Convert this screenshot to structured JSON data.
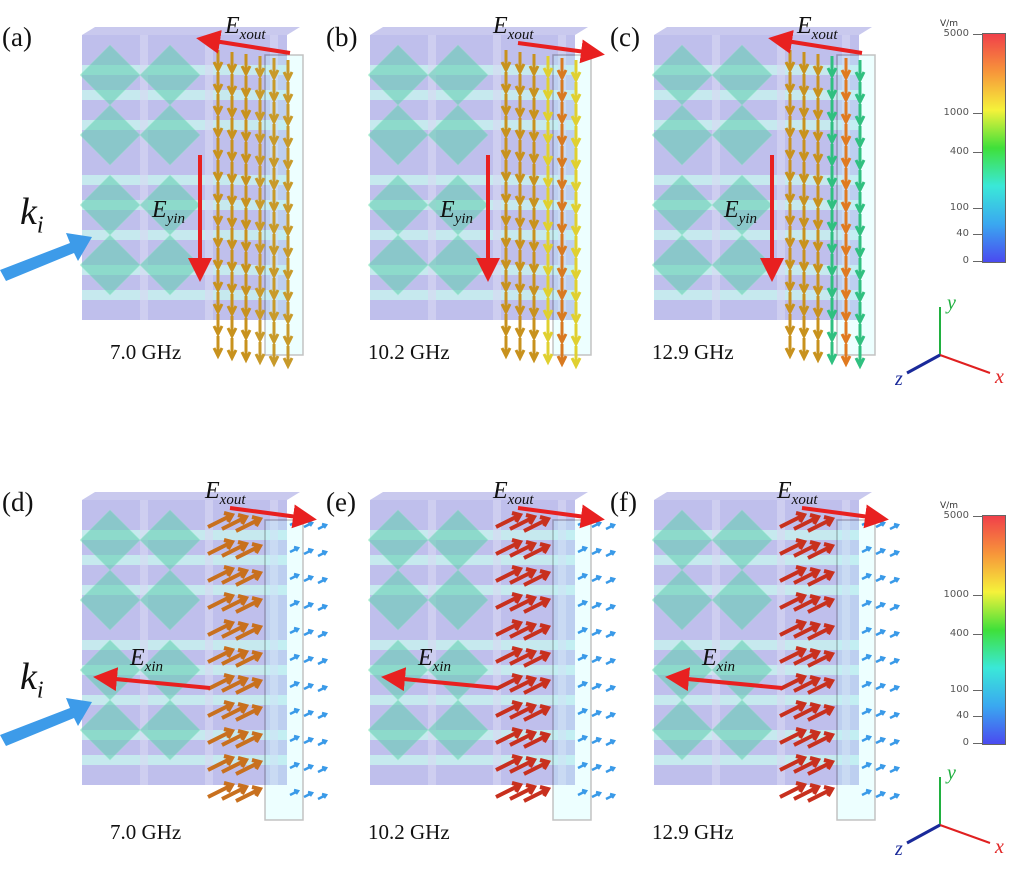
{
  "incident_wave": {
    "symbol": "k",
    "subscript": "i",
    "color": "#3d9be9"
  },
  "panels": [
    {
      "label": "(a)",
      "freq": "7.0 GHz",
      "out": {
        "symbol": "E",
        "sub": "xout",
        "dir": "left"
      },
      "in": {
        "symbol": "E",
        "sub": "yin",
        "dir": "down"
      },
      "field": "y-polarized"
    },
    {
      "label": "(b)",
      "freq": "10.2 GHz",
      "out": {
        "symbol": "E",
        "sub": "xout",
        "dir": "right"
      },
      "in": {
        "symbol": "E",
        "sub": "yin",
        "dir": "down"
      },
      "field": "y-polarized"
    },
    {
      "label": "(c)",
      "freq": "12.9 GHz",
      "out": {
        "symbol": "E",
        "sub": "xout",
        "dir": "left"
      },
      "in": {
        "symbol": "E",
        "sub": "yin",
        "dir": "down"
      },
      "field": "y-polarized"
    },
    {
      "label": "(d)",
      "freq": "7.0 GHz",
      "out": {
        "symbol": "E",
        "sub": "xout",
        "dir": "right"
      },
      "in": {
        "symbol": "E",
        "sub": "xin",
        "dir": "left"
      },
      "field": "x-polarized"
    },
    {
      "label": "(e)",
      "freq": "10.2 GHz",
      "out": {
        "symbol": "E",
        "sub": "xout",
        "dir": "right"
      },
      "in": {
        "symbol": "E",
        "sub": "xin",
        "dir": "left"
      },
      "field": "x-polarized"
    },
    {
      "label": "(f)",
      "freq": "12.9 GHz",
      "out": {
        "symbol": "E",
        "sub": "xout",
        "dir": "right"
      },
      "in": {
        "symbol": "E",
        "sub": "xin",
        "dir": "left"
      },
      "field": "x-polarized"
    }
  ],
  "colorbar": {
    "unit": "V/m",
    "ticks": [
      "5000",
      "1000",
      "400",
      "100",
      "40",
      "0"
    ],
    "colors": [
      "#f0404a",
      "#f7963a",
      "#f5f23a",
      "#3fe03a",
      "#3ae8d8",
      "#3aa8f0",
      "#4a4af0"
    ]
  },
  "axes": {
    "x": "x",
    "y": "y",
    "z": "z",
    "x_color": "#e02020",
    "y_color": "#20b040",
    "z_color": "#1a2a9a"
  },
  "colors": {
    "field_arrow": "#e82020",
    "slab": "#a9a9e6",
    "slab_stripe": "#c8f4ef",
    "unit_cell": "#5fcfb0"
  }
}
